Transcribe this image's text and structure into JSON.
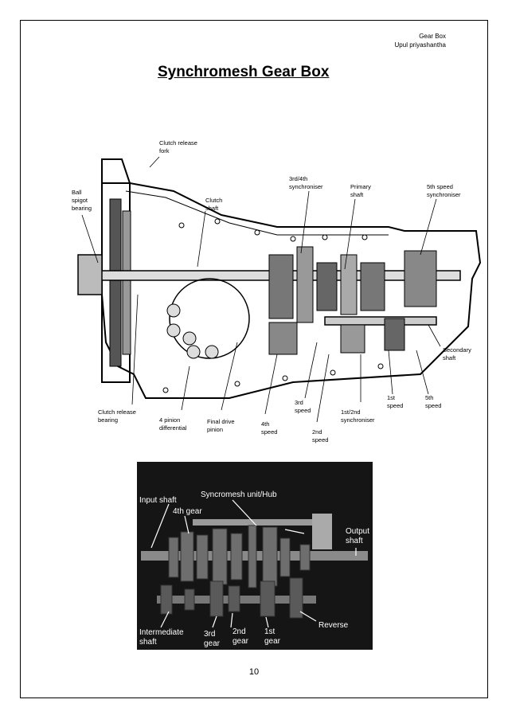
{
  "header": {
    "line1": "Gear Box",
    "line2": "Upul priyashantha"
  },
  "title": "Synchromesh Gear Box",
  "diagram": {
    "labels": {
      "clutch_release_fork": [
        "Clutch release",
        "fork"
      ],
      "ball_spigot_bearing": [
        "Ball",
        "spigot",
        "bearing"
      ],
      "clutch_shaft": [
        "Clutch",
        "shaft"
      ],
      "synchroniser_3_4": [
        "3rd/4th",
        "synchroniser"
      ],
      "primary_shaft": [
        "Primary",
        "shaft"
      ],
      "synchroniser_5": [
        "5th speed",
        "synchroniser"
      ],
      "secondary_shaft": [
        "Secondary",
        "shaft"
      ],
      "clutch_release_bearing": [
        "Clutch release",
        "bearing"
      ],
      "pinion_differential": [
        "4 pinion",
        "differential"
      ],
      "final_drive_pinion": [
        "Final drive",
        "pinion"
      ],
      "speed_4": [
        "4th",
        "speed"
      ],
      "speed_3": [
        "3rd",
        "speed"
      ],
      "speed_2": [
        "2nd",
        "speed"
      ],
      "synchroniser_1_2": [
        "1st/2nd",
        "synchroniser"
      ],
      "speed_1": [
        "1st",
        "speed"
      ],
      "speed_5": [
        "5th",
        "speed"
      ]
    }
  },
  "photo": {
    "labels": {
      "input_shaft": "Input shaft",
      "syncromesh_unit": "Syncromesh unit/Hub",
      "gear_4": "4th gear",
      "output_shaft": [
        "Output",
        "shaft"
      ],
      "reverse": "Reverse",
      "intermediate_shaft": [
        "Intermediate",
        "shaft"
      ],
      "gear_3": [
        "3rd",
        "gear"
      ],
      "gear_2": [
        "2nd",
        "gear"
      ],
      "gear_1": [
        "1st",
        "gear"
      ]
    }
  },
  "page_number": "10"
}
